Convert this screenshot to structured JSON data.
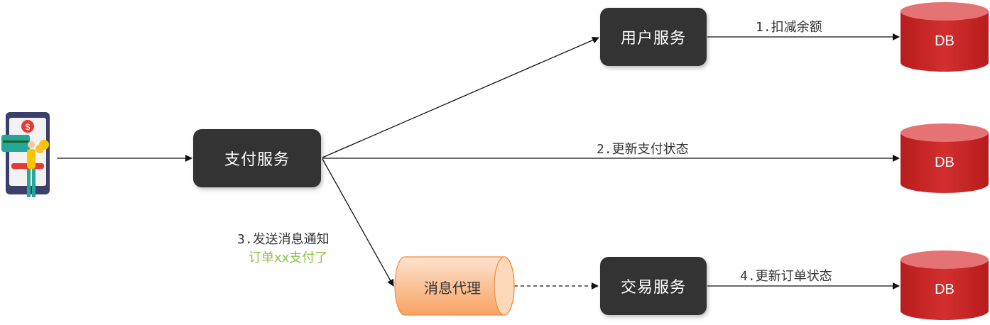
{
  "nodes": {
    "payment": "支付服务",
    "user": "用户服务",
    "trade": "交易服务",
    "broker": "消息代理",
    "db1": "DB",
    "db2": "DB",
    "db3": "DB"
  },
  "edges": {
    "deduct": "1.扣减余额",
    "update_pay": "2.更新支付状态",
    "send_msg": "3.发送消息通知",
    "msg_content": "订单xx支付了",
    "update_order": "4.更新订单状态"
  },
  "colors": {
    "service_box": "#333333",
    "db": "#c62828",
    "broker": "#f9a66c",
    "note_green": "#8bc34a"
  }
}
